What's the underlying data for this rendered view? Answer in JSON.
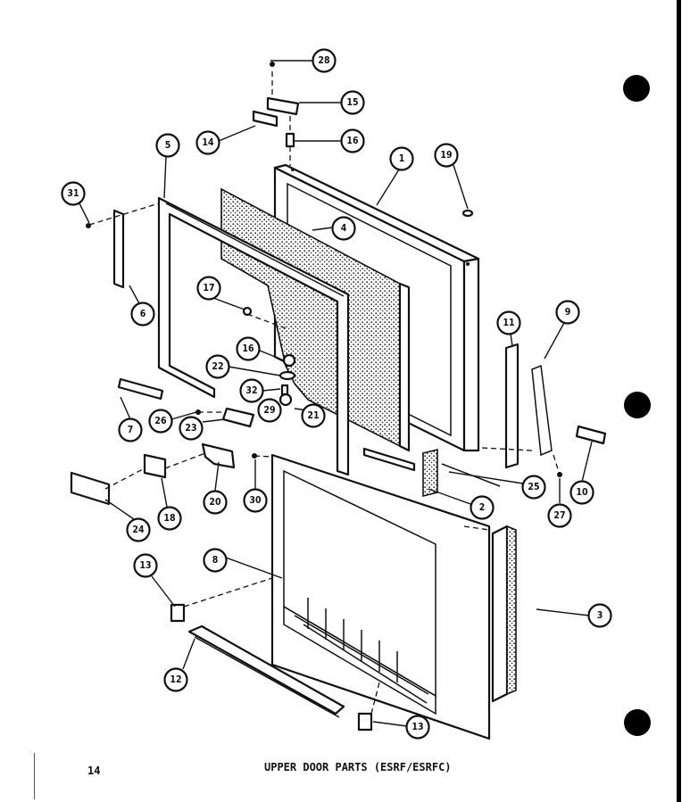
{
  "diagram": {
    "caption": "UPPER DOOR PARTS (ESRF/ESRFC)",
    "page_number": "14",
    "callouts": [
      {
        "id": "c28a",
        "label": "28"
      },
      {
        "id": "c15",
        "label": "15"
      },
      {
        "id": "c14",
        "label": "14"
      },
      {
        "id": "c16a",
        "label": "16"
      },
      {
        "id": "c1",
        "label": "1"
      },
      {
        "id": "c19",
        "label": "19"
      },
      {
        "id": "c5",
        "label": "5"
      },
      {
        "id": "c31",
        "label": "31"
      },
      {
        "id": "c4",
        "label": "4"
      },
      {
        "id": "c17",
        "label": "17"
      },
      {
        "id": "c6a",
        "label": "6"
      },
      {
        "id": "c11",
        "label": "11"
      },
      {
        "id": "c9",
        "label": "9"
      },
      {
        "id": "c16b",
        "label": "16"
      },
      {
        "id": "c22",
        "label": "22"
      },
      {
        "id": "c32",
        "label": "32"
      },
      {
        "id": "c29",
        "label": "29"
      },
      {
        "id": "c21",
        "label": "21"
      },
      {
        "id": "c26",
        "label": "26"
      },
      {
        "id": "c23",
        "label": "23"
      },
      {
        "id": "c7",
        "label": "7"
      },
      {
        "id": "c10",
        "label": "10"
      },
      {
        "id": "c27",
        "label": "27"
      },
      {
        "id": "c25",
        "label": "25"
      },
      {
        "id": "c2",
        "label": "2"
      },
      {
        "id": "c20",
        "label": "20"
      },
      {
        "id": "c30",
        "label": "30"
      },
      {
        "id": "c18",
        "label": "18"
      },
      {
        "id": "c24",
        "label": "24"
      },
      {
        "id": "c8",
        "label": "8"
      },
      {
        "id": "c13a",
        "label": "13"
      },
      {
        "id": "c3",
        "label": "3"
      },
      {
        "id": "c12",
        "label": "12"
      },
      {
        "id": "c13b",
        "label": "13"
      }
    ]
  },
  "colors": {
    "ink": "#111111",
    "paper": "#ffffff"
  }
}
